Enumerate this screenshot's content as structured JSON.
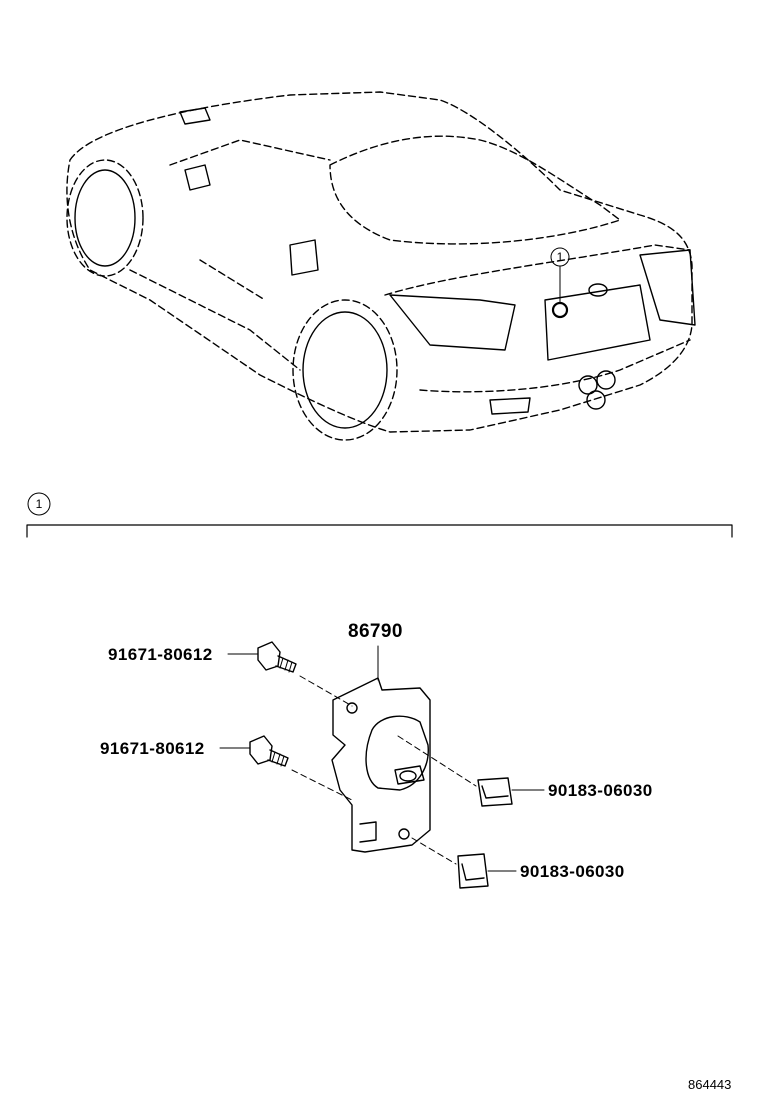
{
  "callouts": {
    "car_marker": "1",
    "section_header": "1"
  },
  "parts": {
    "camera_assembly": "86790",
    "bolt_upper": "91671-80612",
    "bolt_lower": "91671-80612",
    "nut_upper": "90183-06030",
    "nut_lower": "90183-06030"
  },
  "figure_id": "864443",
  "colors": {
    "line": "#000000",
    "background": "#ffffff"
  }
}
